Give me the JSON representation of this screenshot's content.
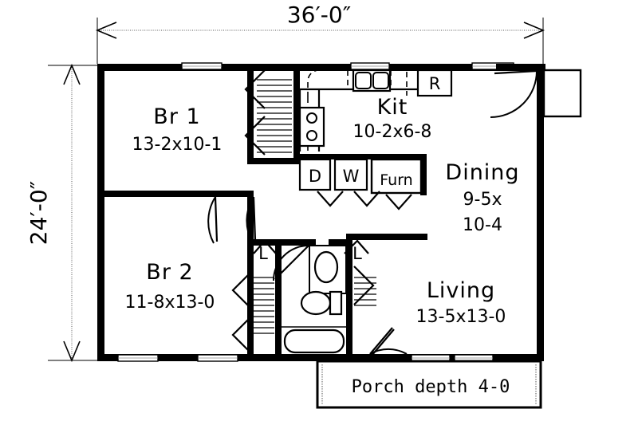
{
  "document": {
    "type": "floor-plan",
    "overall_width_label": "36′-0″",
    "overall_depth_label": "24′-0″"
  },
  "rooms": [
    {
      "id": "br1",
      "name": "Br 1",
      "dim": "13-2x10-1",
      "dim2": ""
    },
    {
      "id": "br2",
      "name": "Br 2",
      "dim": "11-8x13-0",
      "dim2": ""
    },
    {
      "id": "kit",
      "name": "Kit",
      "dim": "10-2x6-8",
      "dim2": ""
    },
    {
      "id": "dining",
      "name": "Dining",
      "dim": "9-5x",
      "dim2": "10-4"
    },
    {
      "id": "living",
      "name": "Living",
      "dim": "13-5x13-0",
      "dim2": ""
    }
  ],
  "fixtures": {
    "dishwasher_label": "D",
    "washer_label": "W",
    "furnace_label": "Furn",
    "refrigerator_label": "R",
    "linen_left_label": "L",
    "linen_right_label": "L"
  },
  "porch": {
    "note": "Porch depth 4-0"
  },
  "colors": {
    "wall": "#000000",
    "background": "#ffffff",
    "dimension_line": "#555555",
    "window_hatch": "#888888"
  }
}
